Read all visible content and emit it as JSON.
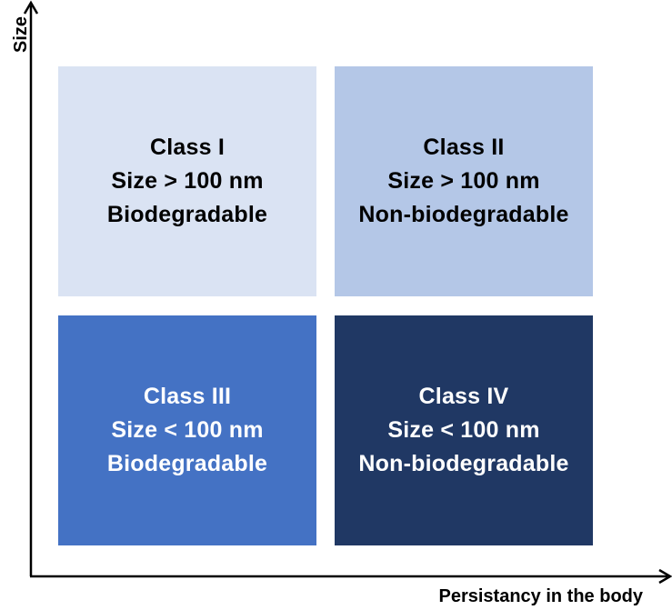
{
  "axes": {
    "y_label": "Size",
    "x_label": "Persistancy in the body"
  },
  "quadrants": [
    {
      "lines": [
        "Class I",
        "Size > 100 nm",
        "Biodegradable"
      ],
      "bg": "#dae3f3",
      "text_color": "#000000"
    },
    {
      "lines": [
        "Class II",
        "Size > 100 nm",
        "Non-biodegradable"
      ],
      "bg": "#b4c7e7",
      "text_color": "#000000"
    },
    {
      "lines": [
        "Class III",
        "Size < 100 nm",
        "Biodegradable"
      ],
      "bg": "#4472c4",
      "text_color": "#ffffff"
    },
    {
      "lines": [
        "Class IV",
        "Size < 100 nm",
        "Non-biodegradable"
      ],
      "bg": "#203864",
      "text_color": "#ffffff"
    }
  ]
}
